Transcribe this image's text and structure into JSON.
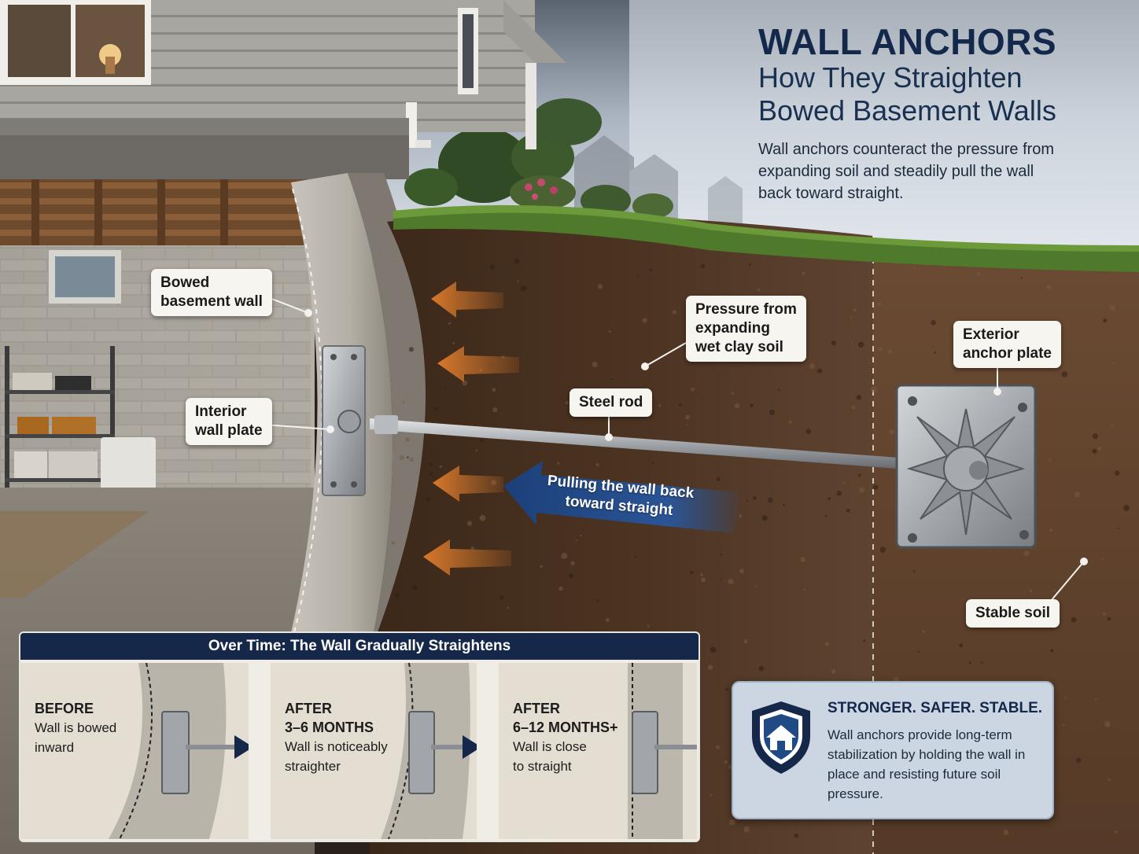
{
  "title": {
    "main": "WALL ANCHORS",
    "sub_line1": "How They Straighten",
    "sub_line2": "Bowed Basement Walls",
    "description": "Wall anchors counteract the pressure from expanding soil and steadily pull the wall back toward straight."
  },
  "callouts": {
    "bowed_wall": "Bowed\nbasement wall",
    "interior_plate": "Interior\nwall plate",
    "pressure": "Pressure from\nexpanding\nwet clay soil",
    "steel_rod": "Steel rod",
    "exterior_plate": "Exterior\nanchor plate",
    "stable_soil": "Stable soil"
  },
  "pull_arrow_label": "Pulling the wall back\ntoward straight",
  "timeline": {
    "header": "Over Time: The Wall Gradually Straightens",
    "stages": [
      {
        "heading": "BEFORE",
        "text": "Wall is bowed\ninward"
      },
      {
        "heading": "AFTER\n3–6 MONTHS",
        "text": "Wall is noticeably\nstraighter"
      },
      {
        "heading": "AFTER\n6–12 MONTHS+",
        "text": "Wall is close\nto straight"
      }
    ]
  },
  "info": {
    "title": "STRONGER. SAFER. STABLE.",
    "text": "Wall anchors provide long-term stabilization by holding the wall in place and resisting future soil pressure.",
    "icon": "shield-house-icon"
  },
  "colors": {
    "navy": "#15284a",
    "arrow_orange": "#c8702a",
    "arrow_blue": "#1f4a86",
    "soil_dark": "#4a3322",
    "soil_light": "#6b4b33",
    "grass": "#4f7a2c",
    "sky": "#b8c4d0"
  }
}
